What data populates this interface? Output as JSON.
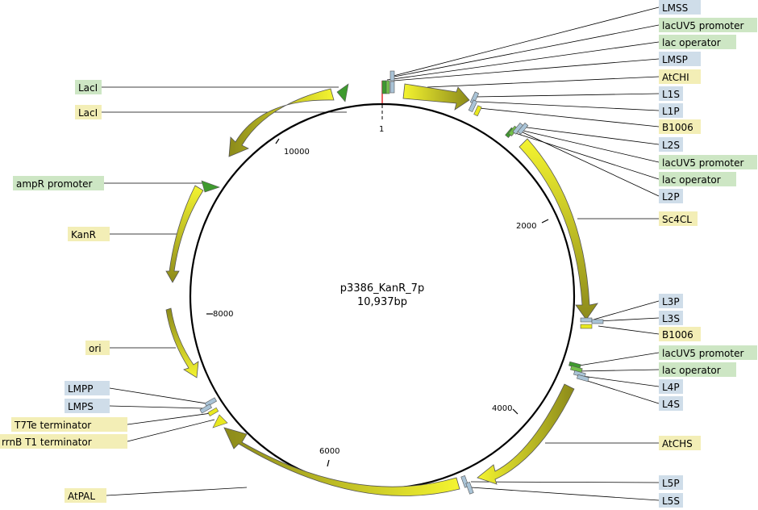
{
  "plasmid": {
    "name": "p3386_KanR_7p",
    "size_label": "10,937bp",
    "length_bp": 10937
  },
  "colors": {
    "feature_green": "#cde6c4",
    "feature_yellow": "#f3eeb6",
    "feature_blue": "#cfdde9",
    "arrow_light": "#f2f230",
    "arrow_dark": "#8c8a1a",
    "promoter_green": "#3e9a2e",
    "operator_light_green": "#74c04a",
    "marker_blue": "#a9c3d6",
    "origin_marker": "#e02020"
  },
  "ticks": [
    {
      "bp": 1,
      "label": "1"
    },
    {
      "bp": 2000,
      "label": "2000"
    },
    {
      "bp": 4000,
      "label": "4000"
    },
    {
      "bp": 6000,
      "label": "6000"
    },
    {
      "bp": 8000,
      "label": "8000"
    },
    {
      "bp": 10000,
      "label": "10000"
    }
  ],
  "features": [
    {
      "id": "lmss",
      "name": "LMSS",
      "color": "blue"
    },
    {
      "id": "lacuv5-1",
      "name": "lacUV5 promoter",
      "color": "green"
    },
    {
      "id": "lacop-1",
      "name": "lac operator",
      "color": "green"
    },
    {
      "id": "lmsp",
      "name": "LMSP",
      "color": "blue"
    },
    {
      "id": "atchi",
      "name": "AtCHI",
      "color": "yellow"
    },
    {
      "id": "l1s",
      "name": "L1S",
      "color": "blue"
    },
    {
      "id": "l1p",
      "name": "L1P",
      "color": "blue"
    },
    {
      "id": "b1006-1",
      "name": "B1006",
      "color": "yellow"
    },
    {
      "id": "l2s",
      "name": "L2S",
      "color": "blue"
    },
    {
      "id": "lacuv5-2",
      "name": "lacUV5 promoter",
      "color": "green"
    },
    {
      "id": "lacop-2",
      "name": "lac operator",
      "color": "green"
    },
    {
      "id": "l2p",
      "name": "L2P",
      "color": "blue"
    },
    {
      "id": "sc4cl",
      "name": "Sc4CL",
      "color": "yellow"
    },
    {
      "id": "l3p",
      "name": "L3P",
      "color": "blue"
    },
    {
      "id": "l3s",
      "name": "L3S",
      "color": "blue"
    },
    {
      "id": "b1006-2",
      "name": "B1006",
      "color": "yellow"
    },
    {
      "id": "lacuv5-3",
      "name": "lacUV5 promoter",
      "color": "green"
    },
    {
      "id": "lacop-3",
      "name": "lac operator",
      "color": "green"
    },
    {
      "id": "l4p",
      "name": "L4P",
      "color": "blue"
    },
    {
      "id": "l4s",
      "name": "L4S",
      "color": "blue"
    },
    {
      "id": "atchs",
      "name": "AtCHS",
      "color": "yellow"
    },
    {
      "id": "l5p",
      "name": "L5P",
      "color": "blue"
    },
    {
      "id": "l5s",
      "name": "L5S",
      "color": "blue"
    },
    {
      "id": "laci-1",
      "name": "LacI",
      "color": "green"
    },
    {
      "id": "laci-2",
      "name": "LacI",
      "color": "yellow"
    },
    {
      "id": "ampr",
      "name": "ampR promoter",
      "color": "green"
    },
    {
      "id": "kanr",
      "name": "KanR",
      "color": "yellow"
    },
    {
      "id": "ori",
      "name": "ori",
      "color": "yellow"
    },
    {
      "id": "lmpp",
      "name": "LMPP",
      "color": "blue"
    },
    {
      "id": "lmps",
      "name": "LMPS",
      "color": "blue"
    },
    {
      "id": "t7te",
      "name": "T7Te terminator",
      "color": "yellow"
    },
    {
      "id": "rrnb",
      "name": "rrnB T1 terminator",
      "color": "yellow"
    },
    {
      "id": "atpal",
      "name": "AtPAL",
      "color": "yellow"
    }
  ]
}
